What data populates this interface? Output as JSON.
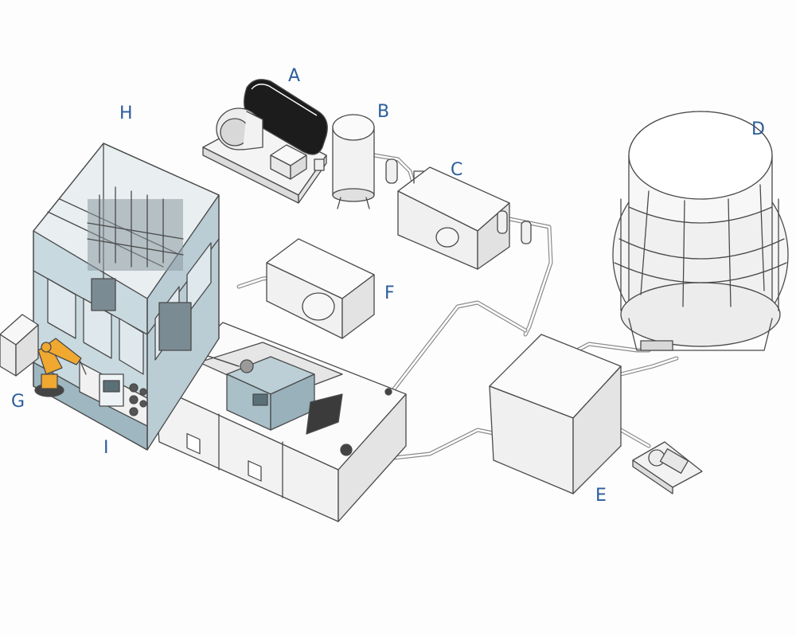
{
  "diagram": {
    "labels": {
      "A": "A",
      "B": "B",
      "C": "C",
      "D": "D",
      "E": "E",
      "F": "F",
      "G": "G",
      "H": "H",
      "I": "I"
    },
    "colors": {
      "line": "#4a4a4a",
      "label": "#2b5d9c",
      "glass": "#c9d9e0",
      "robot": "#f0a830",
      "panel": "#f6f6f6"
    }
  }
}
